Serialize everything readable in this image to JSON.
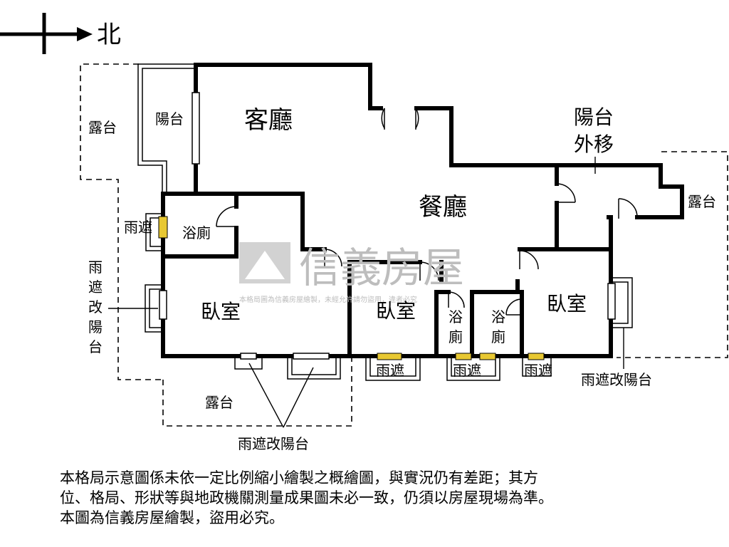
{
  "compass": {
    "label": "北"
  },
  "rooms": {
    "living": "客廳",
    "dining": "餐廳",
    "bedroom_1": "臥室",
    "bedroom_2": "臥室",
    "bedroom_3": "臥室",
    "bath_1": "浴廁",
    "bath_2": [
      "浴",
      "廁"
    ],
    "bath_3": [
      "浴",
      "廁"
    ],
    "balcony_living": "陽台",
    "balcony_moved": [
      "陽台",
      "外移"
    ]
  },
  "outdoor": {
    "terrace_nw": "露台",
    "terrace_e": "露台",
    "terrace_s": "露台",
    "rain_shelter": "雨遮",
    "rain_shelter_s1": "雨遮",
    "rain_shelter_s2": "雨遮",
    "rain_shelter_s3": "雨遮",
    "rain_shelter_to_balcony_w": [
      "雨",
      "遮",
      "改",
      "陽",
      "台"
    ],
    "rain_shelter_to_balcony_e": "雨遮改陽台",
    "rain_shelter_to_balcony_s": "雨遮改陽台"
  },
  "watermark": {
    "brand": "信義房屋",
    "note": "本格局圖為信義房屋繪製，未經允許請勿盜用，違者必究"
  },
  "disclaimer": [
    "本格局示意圖係未依一定比例縮小繪製之概繪圖，與實況仍有差距；其方",
    "位、格局、形狀等與地政機關測量成果圖未必一致，仍須以房屋現場為準。",
    "本圖為信義房屋繪製，盜用必究。"
  ],
  "colors": {
    "wall": "#000000",
    "shelter_fill": "#e8c832",
    "watermark": "#bdbdbd"
  }
}
